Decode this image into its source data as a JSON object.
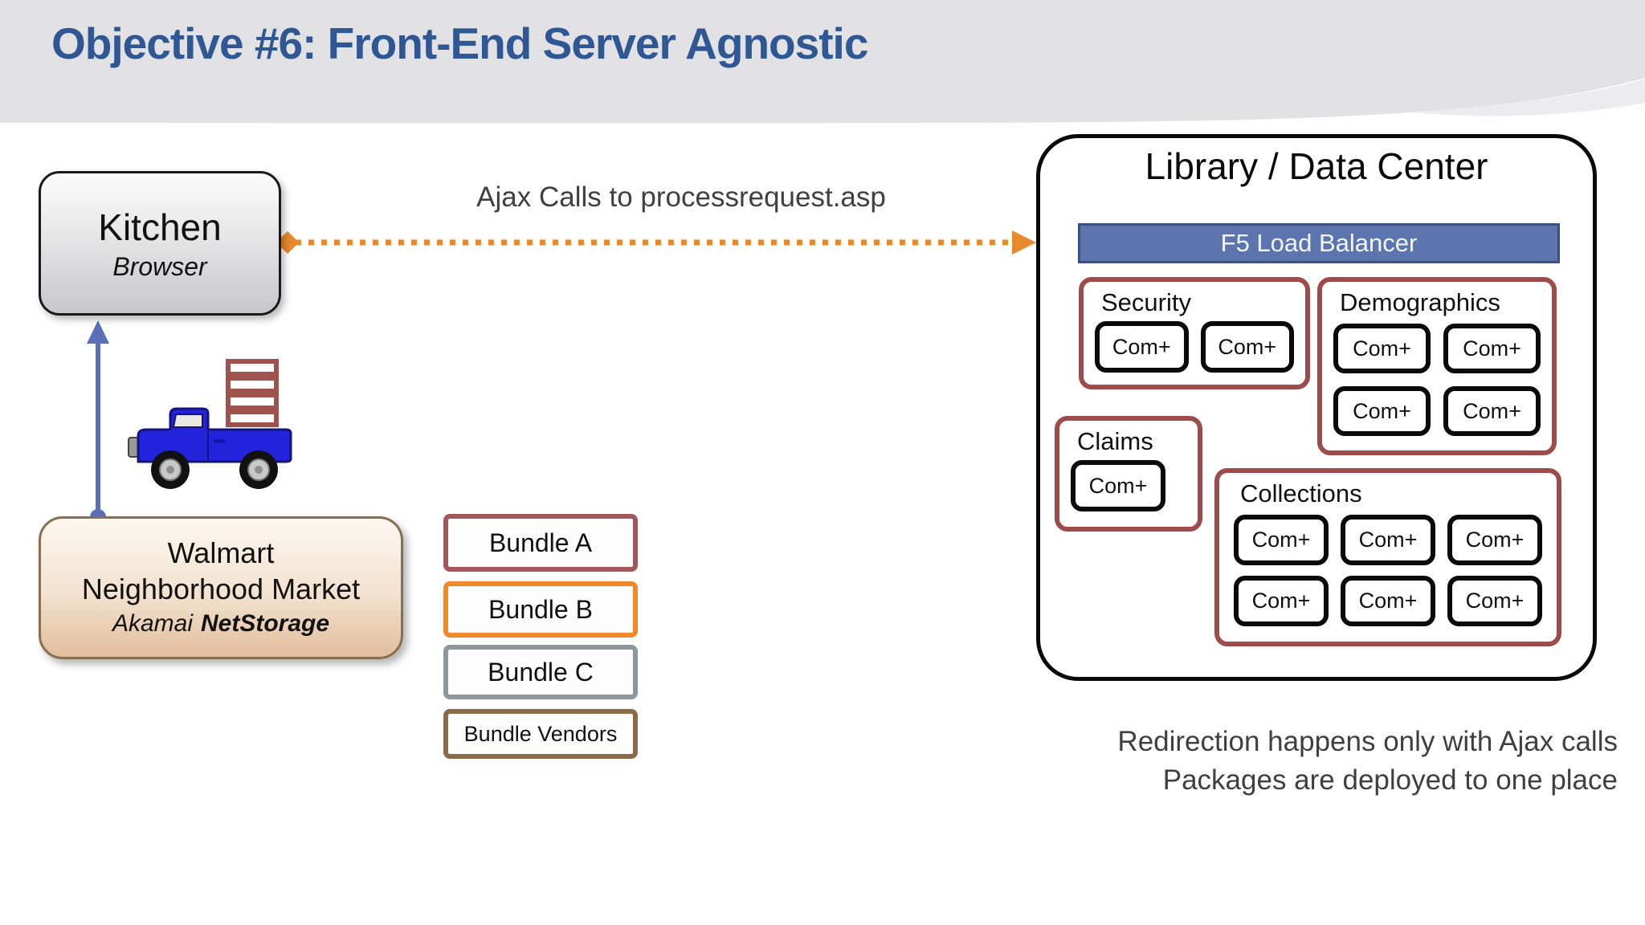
{
  "slide": {
    "title": "Objective #6: Front-End Server Agnostic"
  },
  "kitchen": {
    "title": "Kitchen",
    "subtitle": "Browser"
  },
  "connectors": {
    "ajax_label": "Ajax Calls to processrequest.asp"
  },
  "walmart": {
    "line1": "Walmart",
    "line2": "Neighborhood Market",
    "vendor_italic": "Akamai",
    "vendor_bold": "NetStorage"
  },
  "bundles": {
    "a": "Bundle A",
    "b": "Bundle B",
    "c": "Bundle C",
    "vendors": "Bundle Vendors"
  },
  "library": {
    "title": "Library / Data Center",
    "load_balancer": "F5 Load Balancer",
    "com_label": "Com+",
    "groups": {
      "security": "Security",
      "demographics": "Demographics",
      "claims": "Claims",
      "collections": "Collections"
    }
  },
  "notes": {
    "line1": "Redirection happens only with Ajax calls",
    "line2": "Packages are deployed to one place"
  },
  "colors": {
    "title_blue": "#2E5794",
    "header_gray": "#E2E2E4",
    "header_light_swoosh": "#ECECEF",
    "maroon_border": "#9E4B4B",
    "orange_accent": "#E8892B",
    "f5_fill": "#5C75AE",
    "f5_border": "#3C5183",
    "uplink_blue": "#5A6FB8",
    "truck_blue": "#2323DC",
    "walmart_border": "#8A6E50",
    "bundle_a_border": "#A4575A",
    "bundle_b_border": "#F08A28",
    "bundle_c_border": "#8E979C",
    "bundle_vendors_border": "#8A6C48",
    "note_gray": "#3F3F3F"
  }
}
